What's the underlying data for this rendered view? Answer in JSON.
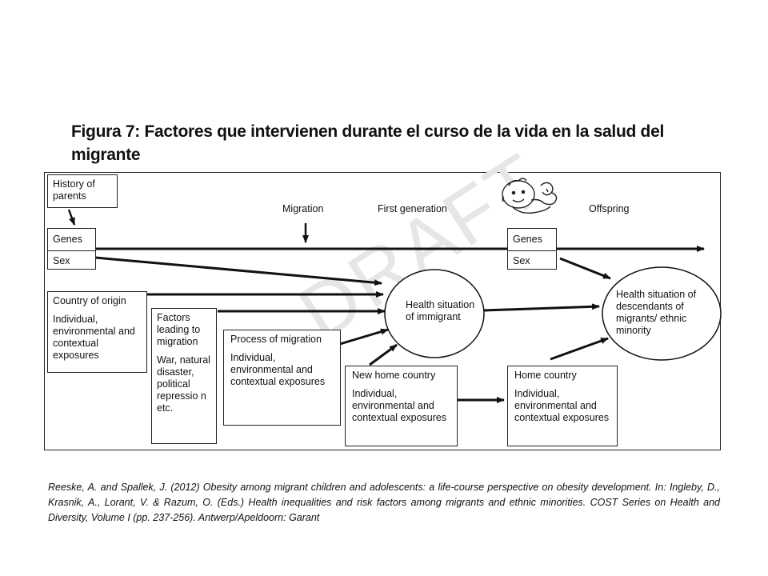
{
  "title": "Figura 7: Factores que intervienen durante el curso de la vida en la salud del migrante",
  "watermark": "DRAFT",
  "timeline": {
    "migration": "Migration",
    "first_generation": "First generation",
    "offspring": "Offspring"
  },
  "boxes": {
    "history": "History of parents",
    "genes": "Genes",
    "sex": "Sex",
    "genes2": "Genes",
    "sex2": "Sex",
    "country_title": "Country of origin",
    "country_body": "Individual, environmental and contextual exposures",
    "factors_title": "Factors leading to migration",
    "factors_body": "War, natural disaster, political repressio n etc.",
    "process_title": "Process of migration",
    "process_body": "Individual, environmental and contextual exposures",
    "newhome_title": "New home country",
    "newhome_body": "Individual, environmental and contextual exposures",
    "home_title": "Home country",
    "home_body": "Individual, environmental and contextual exposures"
  },
  "ellipses": {
    "immigrant": "Health situation of immigrant",
    "descendants": "Health situation of descendants of migrants/ ethnic minority"
  },
  "citation": "Reeske, A. and Spallek, J. (2012) Obesity among migrant children and adolescents: a life-course perspective on obesity development. In: Ingleby, D., Krasnik, A., Lorant, V. & Razum, O. (Eds.) Health inequalities and risk factors among migrants and ethnic minorities. COST Series on Health and Diversity, Volume I (pp. 237-256). Antwerp/Apeldoorn: Garant"
}
